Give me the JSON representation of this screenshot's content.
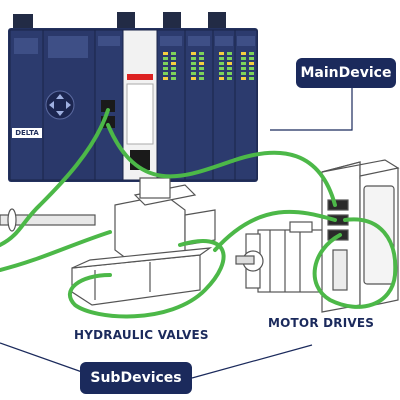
{
  "labels": {
    "main_device": "MainDevice",
    "sub_devices": "SubDevices",
    "hydraulic_valves": "HYDRAULIC VALVES",
    "motor_drives": "MOTOR DRIVES"
  },
  "controller": {
    "brand": "DELTA",
    "module_leds": [
      12,
      12,
      12,
      12,
      12
    ]
  },
  "colors": {
    "label_bg": "#1b2a5c",
    "cable": "#4cb848",
    "controller_body": "#24325f",
    "led_green": "#7dd35a",
    "led_yellow": "#f4d03f"
  }
}
